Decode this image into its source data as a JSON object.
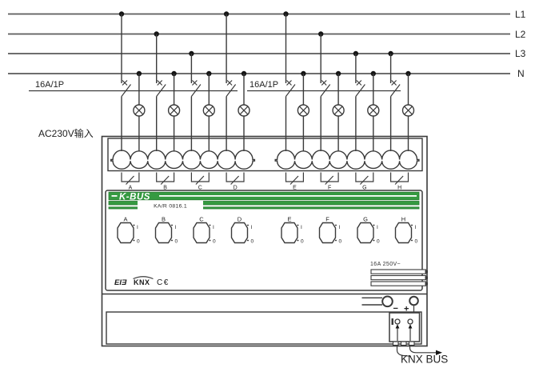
{
  "power_lines": {
    "labels": [
      "L1",
      "L2",
      "L3",
      "N"
    ]
  },
  "breakers": {
    "group1_label": "16A/1P",
    "group2_label": "16A/1P"
  },
  "input_label": "AC230V输入",
  "device": {
    "brand": "K-BUS",
    "model": "KA/R 0816.1",
    "channels": [
      {
        "id": "A",
        "phase": "L1"
      },
      {
        "id": "B",
        "phase": "L2"
      },
      {
        "id": "C",
        "phase": "L3"
      },
      {
        "id": "D",
        "phase": "L1"
      },
      {
        "id": "E",
        "phase": "L1"
      },
      {
        "id": "F",
        "phase": "L2"
      },
      {
        "id": "G",
        "phase": "L3"
      },
      {
        "id": "H",
        "phase": "L3"
      }
    ],
    "switch_on_label": "I",
    "switch_off_label": "0",
    "logos": {
      "eib": "EIƎ",
      "knx": "KNX",
      "ce": "C€"
    },
    "rating": "16A 250V~",
    "bus_minus": "−",
    "bus_plus": "+",
    "bus_label": "KNX BUS"
  },
  "colors": {
    "banner_green": "#359a41",
    "banner_green_dark": "#267a30",
    "line_gray": "#5a5a5a",
    "stroke_dark": "#3a3a3a"
  }
}
